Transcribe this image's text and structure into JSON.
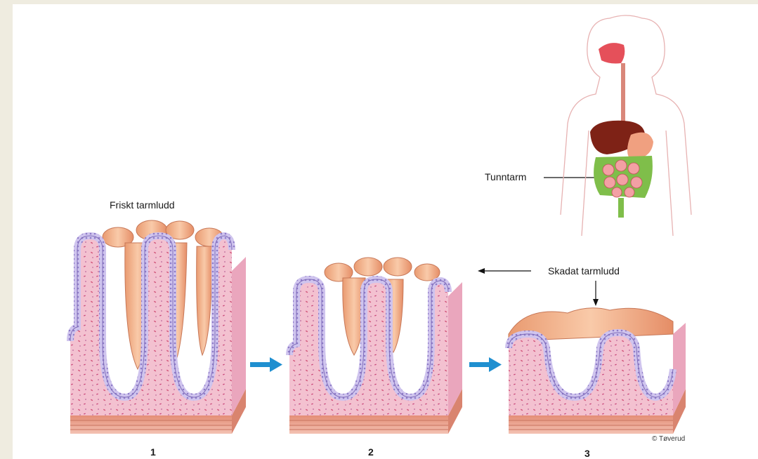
{
  "labels": {
    "healthy": "Friskt tarmludd",
    "damaged": "Skadat tarmludd",
    "small_intestine": "Tunntarm",
    "stage_1": "1",
    "stage_2": "2",
    "stage_3": "3",
    "credit": "© Tøverud"
  },
  "colors": {
    "background": "#efece0",
    "tissue": "#f3bfcf",
    "villus_surface": "#f4b38c",
    "epithelium": "#b9a9df",
    "arrow_blue": "#1f8fd0",
    "muscle_layer": "#e79a82"
  }
}
